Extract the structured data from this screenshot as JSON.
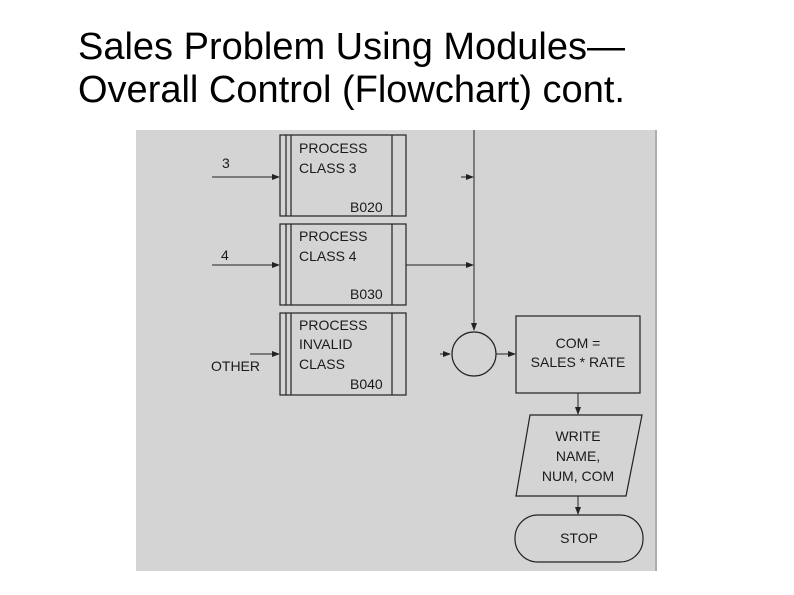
{
  "slide": {
    "title_line1": "Sales Problem Using Modules—",
    "title_line2": "Overall Control (Flowchart) cont."
  },
  "flowchart": {
    "background_color": "#d4d4d4",
    "modules": [
      {
        "case": "3",
        "line1": "PROCESS",
        "line2": "CLASS 3",
        "line3": "",
        "id": "B020"
      },
      {
        "case": "4",
        "line1": "PROCESS",
        "line2": "CLASS 4",
        "line3": "",
        "id": "B030"
      },
      {
        "case": "OTHER",
        "line1": "PROCESS",
        "line2": "INVALID",
        "line3": "CLASS",
        "id": "B040"
      }
    ],
    "compute": {
      "line1": "COM =",
      "line2": "SALES * RATE"
    },
    "output": {
      "line1": "WRITE",
      "line2": "NAME,",
      "line3": "NUM, COM"
    },
    "terminal": {
      "label": "STOP"
    }
  }
}
